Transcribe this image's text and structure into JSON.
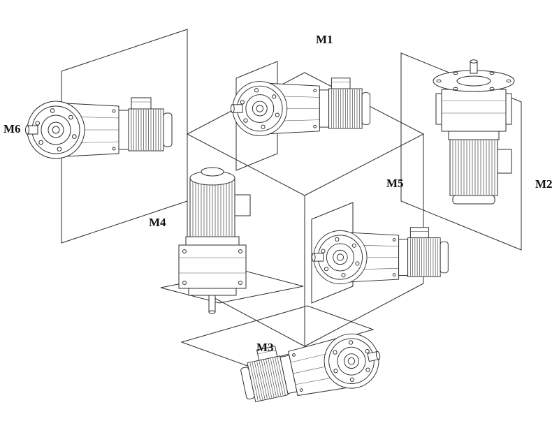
{
  "figure": {
    "type": "gearmotor-mounting-positions-diagram",
    "background_color": "#ffffff",
    "line_color": "#2b2b2b",
    "label_color": "#111111",
    "labels": [
      {
        "id": "m1",
        "text": "M1"
      },
      {
        "id": "m2",
        "text": "M2"
      },
      {
        "id": "m3",
        "text": "M3"
      },
      {
        "id": "m4",
        "text": "M4"
      },
      {
        "id": "m5",
        "text": "M5"
      },
      {
        "id": "m6",
        "text": "M6"
      }
    ]
  }
}
